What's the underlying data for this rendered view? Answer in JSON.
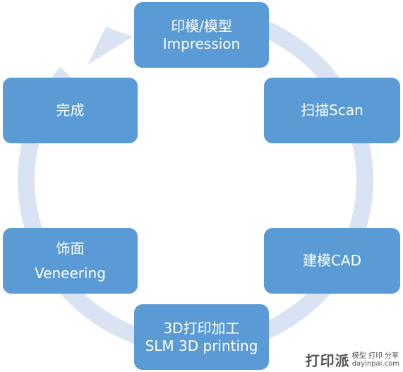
{
  "steps": {
    "impression": {
      "zh": "印模/模型",
      "en": "Impression"
    },
    "scan": {
      "label": "扫描Scan"
    },
    "cad": {
      "label": "建模CAD"
    },
    "print": {
      "zh": "3D打印加工",
      "en": "SLM 3D printing"
    },
    "veneer": {
      "zh": "饰面",
      "en": "Veneering"
    },
    "done": {
      "label": "完成"
    }
  },
  "watermark": {
    "logo": "打印派",
    "tagline": "模型 打印 分享",
    "site": "dayinpai.com"
  },
  "colors": {
    "box": "#5b9bd5",
    "ring": "#dae3f3",
    "text": "#ffffff"
  }
}
